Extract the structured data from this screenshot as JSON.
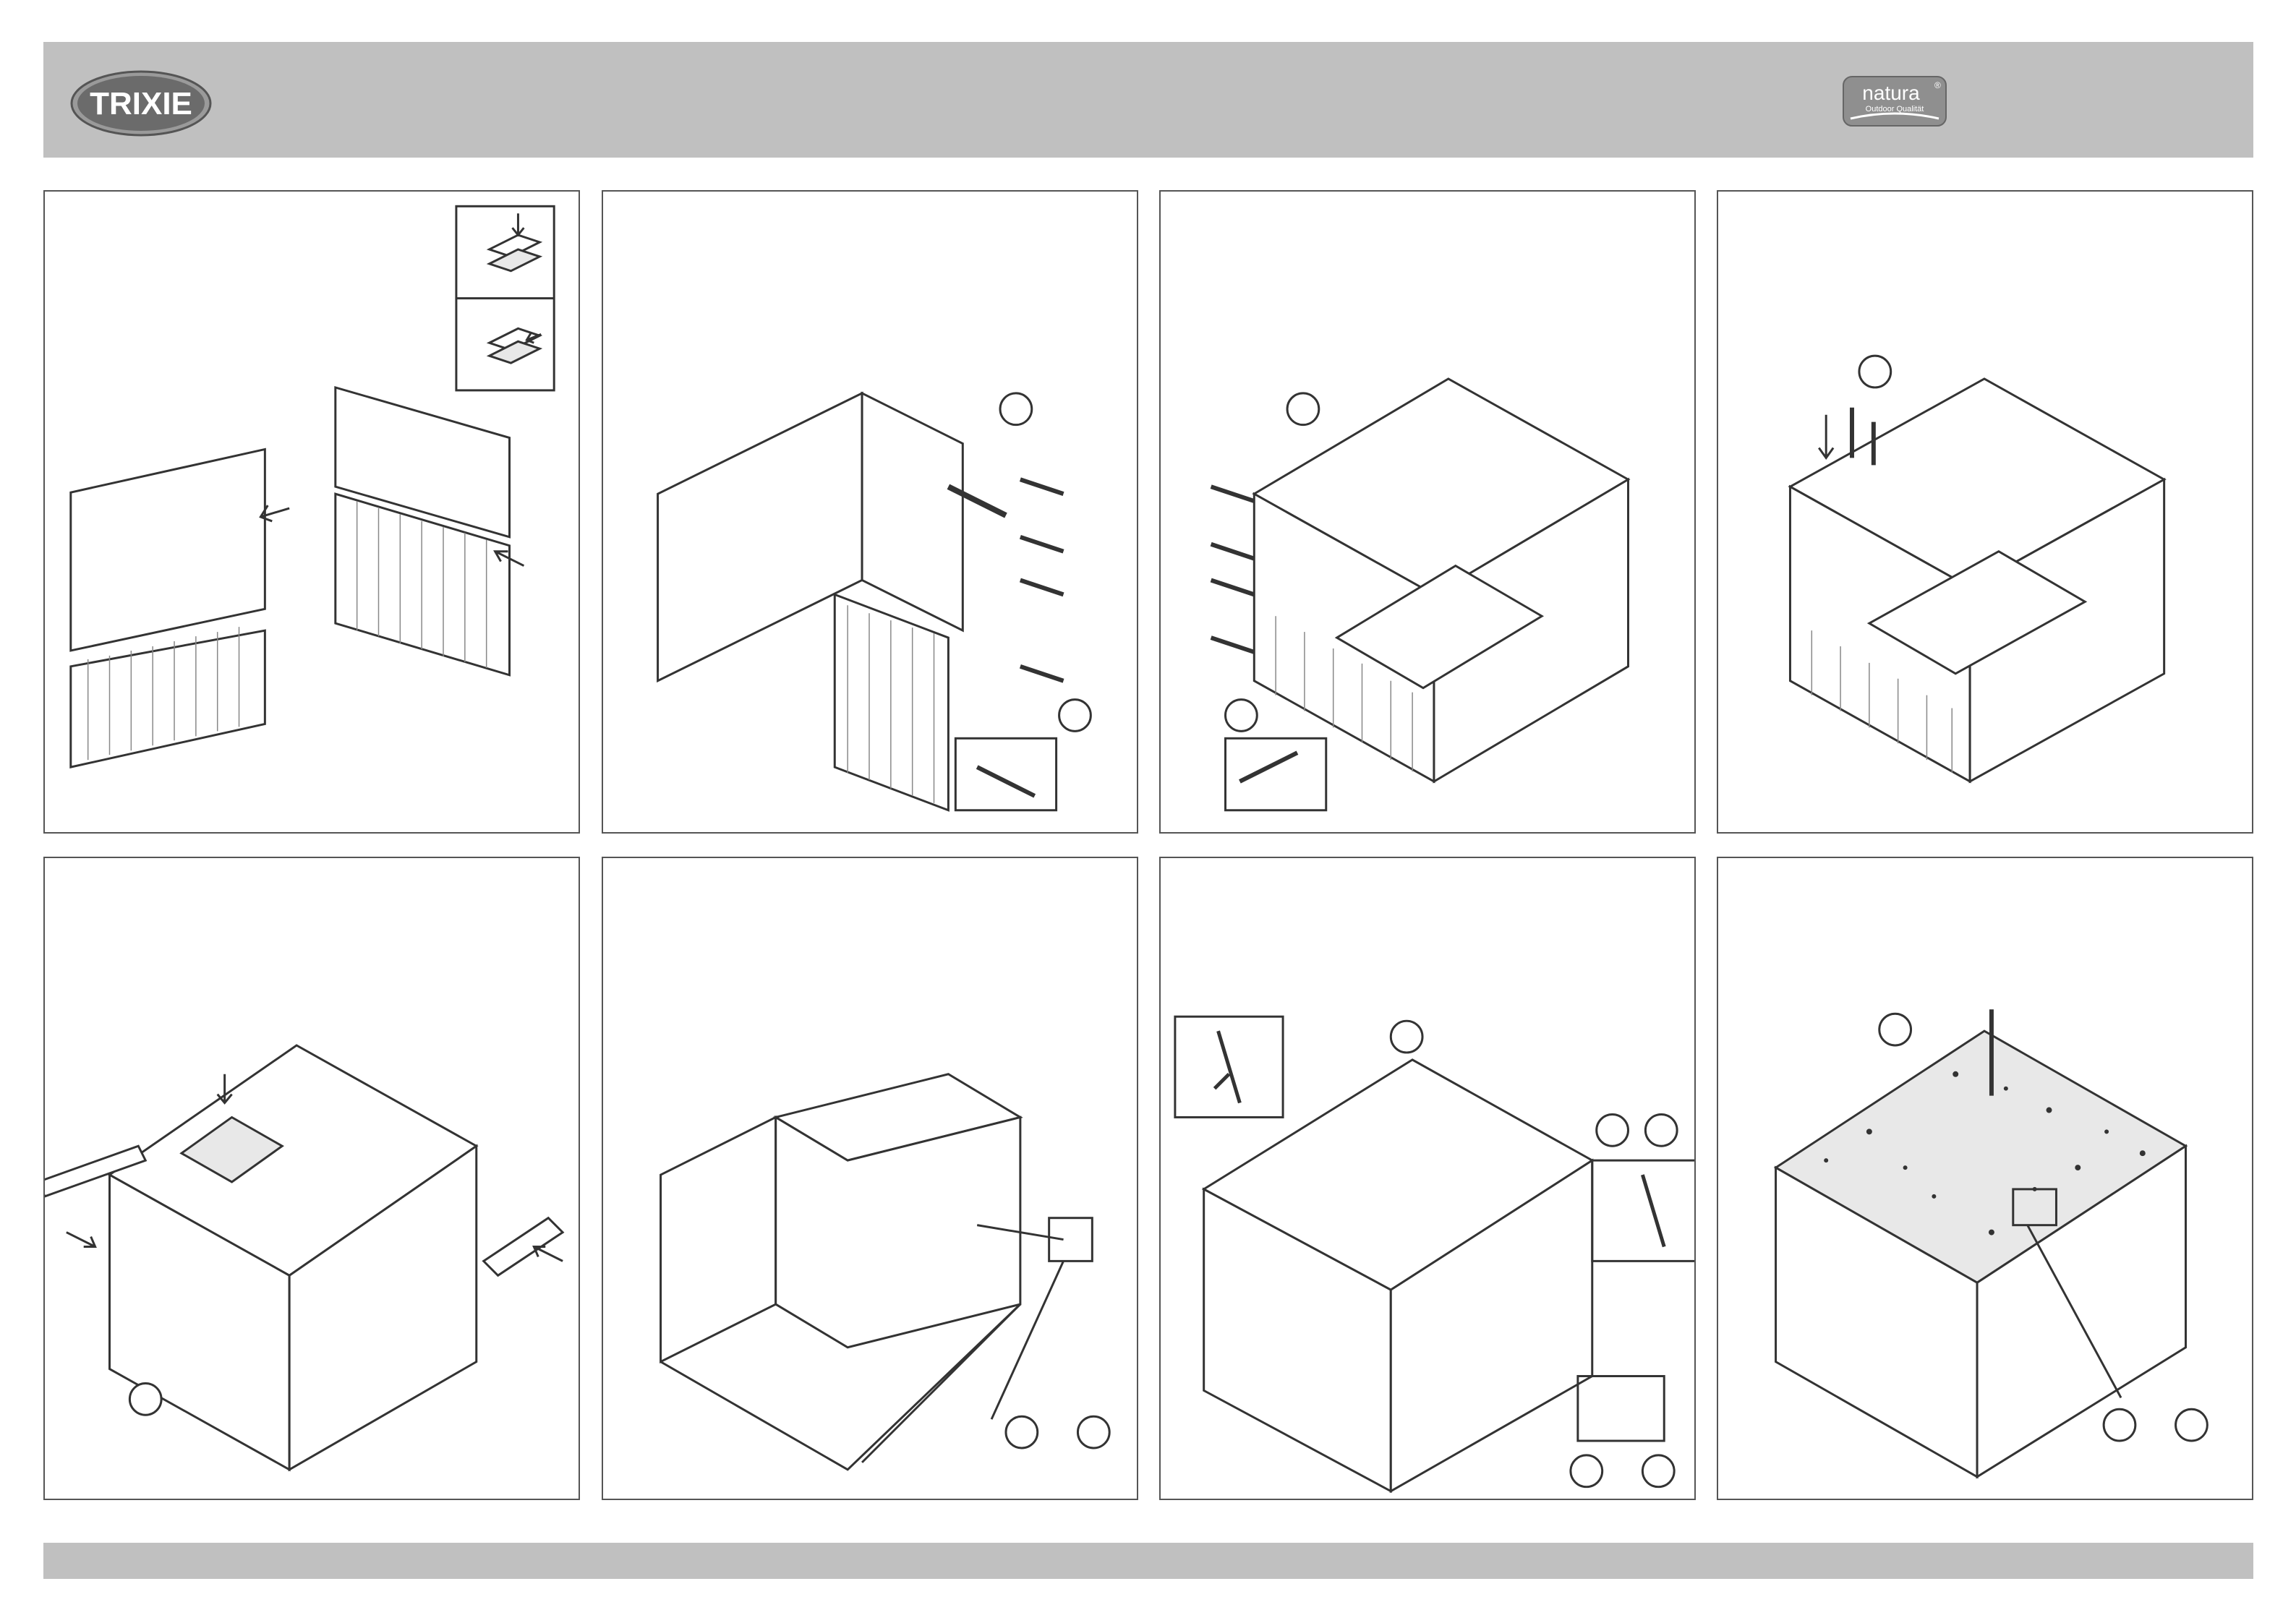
{
  "header": {
    "brand_logo": "TRIXIE",
    "sub_logo": "natura",
    "sub_logo_tagline": "Outdoor Qualität",
    "registered_mark": "®"
  },
  "colors": {
    "bar_gray": "#c0c0c0",
    "line_dark": "#333333",
    "mesh_gray": "#888888"
  },
  "steps": [
    {
      "id": 1,
      "scene": "side-panels-exploded"
    },
    {
      "id": 2,
      "scene": "wall-attach-bolts"
    },
    {
      "id": 3,
      "scene": "corner-assembly-bolts"
    },
    {
      "id": 4,
      "scene": "top-frame-screws"
    },
    {
      "id": 5,
      "scene": "floor-tray-insert"
    },
    {
      "id": 6,
      "scene": "latch-fitting"
    },
    {
      "id": 7,
      "scene": "roof-hinges"
    },
    {
      "id": 8,
      "scene": "roof-final-screws"
    }
  ]
}
